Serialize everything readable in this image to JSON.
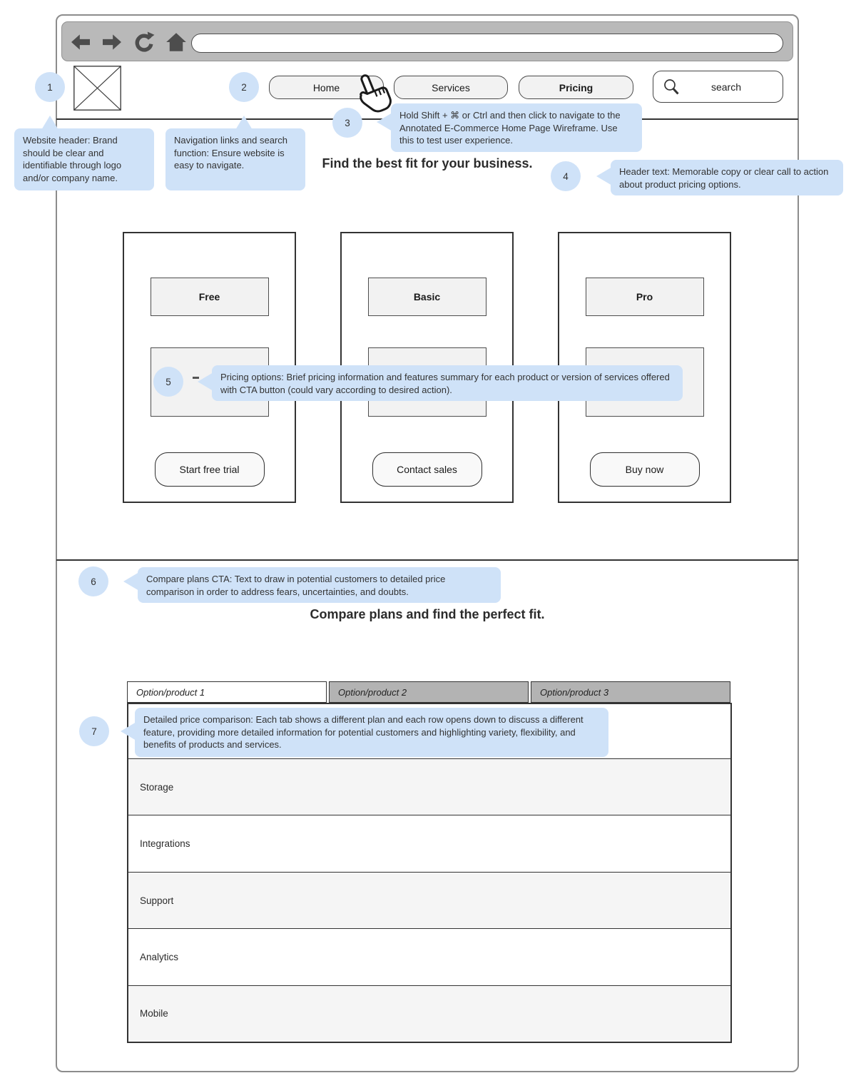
{
  "browser": {
    "url_value": ""
  },
  "nav": {
    "items": [
      {
        "label": "Home"
      },
      {
        "label": "Services"
      },
      {
        "label": "Pricing"
      }
    ],
    "search_label": "search"
  },
  "pricing_section": {
    "heading": "Find the best fit for your business.",
    "plans": [
      {
        "name": "Free",
        "cta": "Start free trial"
      },
      {
        "name": "Basic",
        "cta": "Contact sales"
      },
      {
        "name": "Pro",
        "cta": "Buy now"
      }
    ]
  },
  "compare_section": {
    "heading": "Compare plans and find the perfect fit.",
    "tabs": [
      "Option/product 1",
      "Option/product 2",
      "Option/product 3"
    ],
    "rows": [
      "Storage",
      "Integrations",
      "Support",
      "Analytics",
      "Mobile"
    ]
  },
  "annotations": [
    {
      "number": "1",
      "text": "Website header: Brand should be clear and identifiable through logo and/or company name."
    },
    {
      "number": "2",
      "text": "Navigation links and search function: Ensure website is easy to navigate."
    },
    {
      "number": "3",
      "text": "Hold Shift + ⌘ or Ctrl and then click to navigate to the Annotated E-Commerce Home Page Wireframe. Use this to test user experience."
    },
    {
      "number": "4",
      "text": "Header text: Memorable copy or clear call to action about product pricing options."
    },
    {
      "number": "5",
      "text": "Pricing options: Brief pricing information and features summary for each product or version of services offered with CTA button (could vary according to desired action)."
    },
    {
      "number": "6",
      "text": "Compare plans CTA: Text to draw in potential customers to detailed price comparison in order to address fears, uncertainties, and doubts."
    },
    {
      "number": "7",
      "text": "Detailed price comparison: Each tab shows a different plan and each row opens down to discuss a different feature, providing more detailed information for potential customers and highlighting variety, flexibility, and benefits of products and services."
    }
  ],
  "colors": {
    "annotation_blue": "#cfe2f8",
    "chrome_gray": "#b9b9b9",
    "inactive_tab_gray": "#b3b3b3",
    "panel_gray": "#f2f2f2",
    "row_alt_gray": "#f5f5f5",
    "border_dark": "#333333"
  }
}
